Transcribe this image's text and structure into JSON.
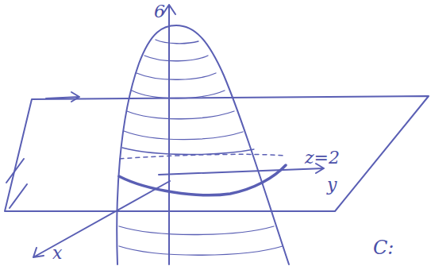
{
  "diagram": {
    "labels": [
      "6",
      "z=2",
      "y",
      "x",
      "C:"
    ]
  }
}
